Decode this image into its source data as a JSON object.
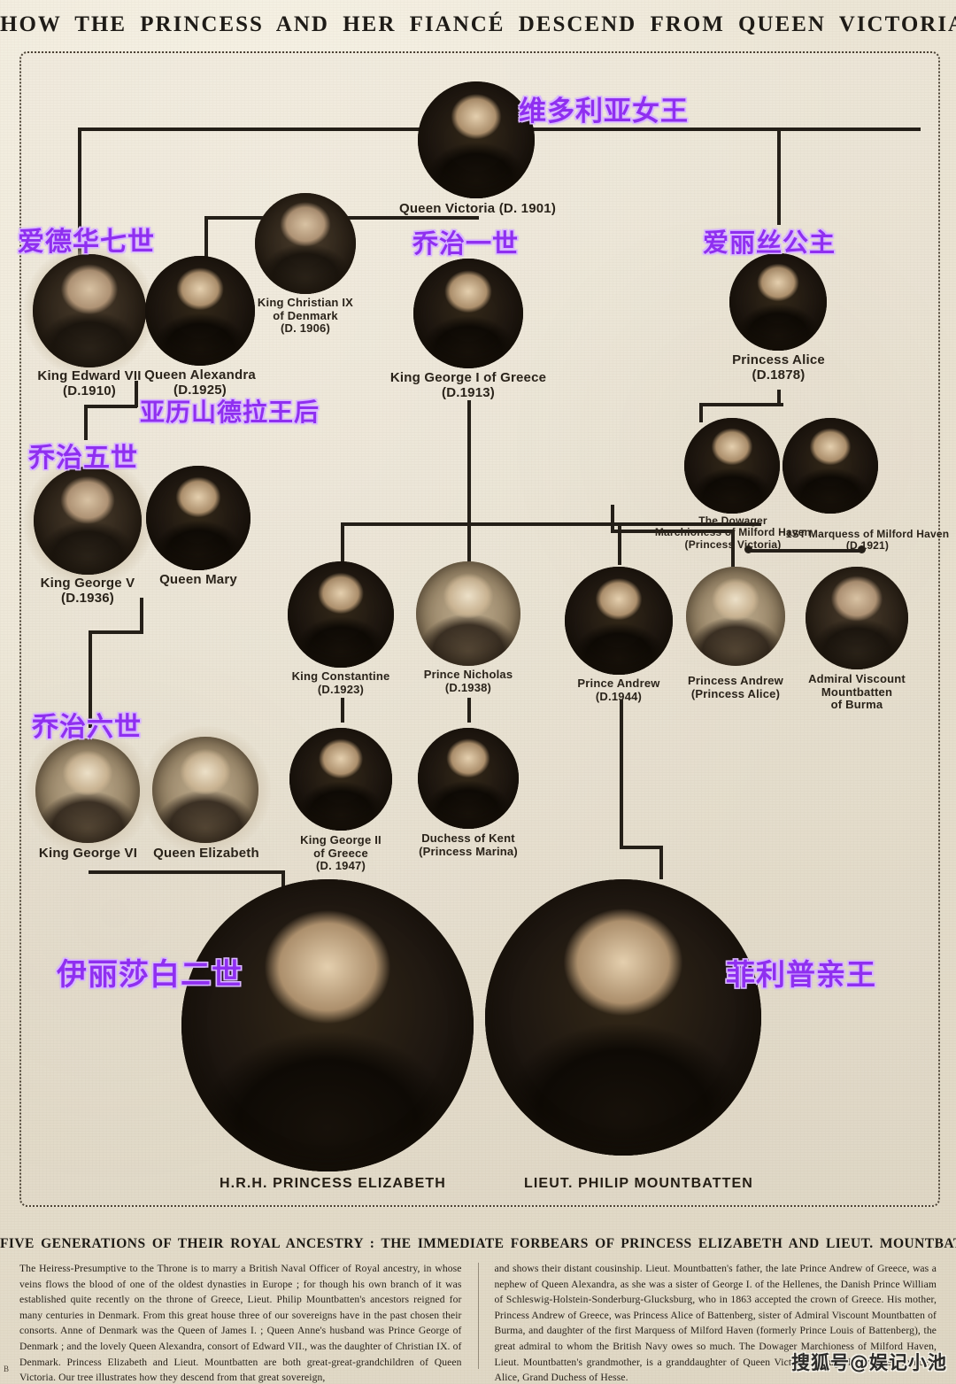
{
  "headline": "HOW THE PRINCESS AND HER FIANCÉ DESCEND FROM QUEEN VICTORIA.",
  "subhead": "FIVE GENERATIONS OF THEIR ROYAL ANCESTRY : THE IMMEDIATE FORBEARS OF PRINCESS ELIZABETH AND LIEUT. MOUNTBATTEN.",
  "watermark": "搜狐号@娱记小池",
  "page_mark": "B",
  "accent_color": "#8f2ff0",
  "chart_data": {
    "type": "diagram",
    "title": "HOW THE PRINCESS AND HER FIANCÉ DESCEND FROM QUEEN VICTORIA.",
    "subtitle": "FIVE GENERATIONS OF THEIR ROYAL ANCESTRY : THE IMMEDIATE FORBEARS OF PRINCESS ELIZABETH AND LIEUT. MOUNTBATTEN.",
    "generations": 5,
    "nodes": [
      {
        "id": "victoria",
        "caption": "Queen Victoria (D. 1901)",
        "name": "Queen Victoria",
        "death": "1901",
        "generation": 1,
        "zh": "维多利亚女王"
      },
      {
        "id": "edward7",
        "caption": "King Edward VII\n(D.1910)",
        "name": "King Edward VII",
        "death": "1910",
        "generation": 2,
        "zh": "爱德华七世"
      },
      {
        "id": "alexandra",
        "caption": "Queen Alexandra\n(D.1925)",
        "name": "Queen Alexandra",
        "death": "1925",
        "generation": 2,
        "zh": "亚历山德拉王后"
      },
      {
        "id": "christian9",
        "caption": "King Christian IX\nof Denmark\n(D. 1906)",
        "name": "King Christian IX of Denmark",
        "death": "1906",
        "generation": 2,
        "zh": ""
      },
      {
        "id": "george1",
        "caption": "King George I of Greece\n(D.1913)",
        "name": "King George I of Greece",
        "death": "1913",
        "generation": 2,
        "zh": "乔治一世"
      },
      {
        "id": "alice",
        "caption": "Princess Alice\n(D.1878)",
        "name": "Princess Alice",
        "death": "1878",
        "generation": 2,
        "zh": "爱丽丝公主"
      },
      {
        "id": "dowager",
        "caption": "The Dowager\nMarchioness of Milford Haven\n(Princess Victoria)",
        "name": "The Dowager Marchioness of Milford Haven (Princess Victoria)",
        "death": "",
        "generation": 3,
        "zh": ""
      },
      {
        "id": "marquess1",
        "caption": "1ST Marquess of Milford Haven\n(D.1921)",
        "name": "1st Marquess of Milford Haven",
        "death": "1921",
        "generation": 3,
        "zh": ""
      },
      {
        "id": "george5",
        "caption": "King George V\n(D.1936)",
        "name": "King George V",
        "death": "1936",
        "generation": 3,
        "zh": "乔治五世"
      },
      {
        "id": "mary",
        "caption": "Queen Mary",
        "name": "Queen Mary",
        "death": "",
        "generation": 3,
        "zh": ""
      },
      {
        "id": "constantine",
        "caption": "King Constantine\n(D.1923)",
        "name": "King Constantine",
        "death": "1923",
        "generation": 3,
        "zh": ""
      },
      {
        "id": "nicholas",
        "caption": "Prince Nicholas\n(D.1938)",
        "name": "Prince Nicholas",
        "death": "1938",
        "generation": 3,
        "zh": ""
      },
      {
        "id": "andrew",
        "caption": "Prince Andrew\n(D.1944)",
        "name": "Prince Andrew",
        "death": "1944",
        "generation": 4,
        "zh": ""
      },
      {
        "id": "princandrew",
        "caption": "Princess Andrew\n(Princess Alice)",
        "name": "Princess Andrew (Princess Alice)",
        "death": "",
        "generation": 4,
        "zh": ""
      },
      {
        "id": "mountbatten_burma",
        "caption": "Admiral Viscount\nMountbatten\nof Burma",
        "name": "Admiral Viscount Mountbatten of Burma",
        "death": "",
        "generation": 4,
        "zh": ""
      },
      {
        "id": "george6",
        "caption": "King George VI",
        "name": "King George VI",
        "death": "",
        "generation": 4,
        "zh": "乔治六世"
      },
      {
        "id": "elizabeth_q",
        "caption": "Queen Elizabeth",
        "name": "Queen Elizabeth",
        "death": "",
        "generation": 4,
        "zh": ""
      },
      {
        "id": "george2",
        "caption": "King George II\nof Greece\n(D. 1947)",
        "name": "King George II of Greece",
        "death": "1947",
        "generation": 4,
        "zh": ""
      },
      {
        "id": "kent",
        "caption": "Duchess of Kent\n(Princess Marina)",
        "name": "Duchess of Kent (Princess Marina)",
        "death": "",
        "generation": 4,
        "zh": ""
      },
      {
        "id": "princess_e",
        "caption": "H.R.H. PRINCESS ELIZABETH",
        "name": "H.R.H. Princess Elizabeth",
        "death": "",
        "generation": 5,
        "zh": "伊丽莎白二世"
      },
      {
        "id": "philip",
        "caption": "LIEUT. PHILIP MOUNTBATTEN",
        "name": "Lieut. Philip Mountbatten",
        "death": "",
        "generation": 5,
        "zh": "菲利普亲王"
      }
    ]
  },
  "nodes": {
    "victoria": {
      "caption": "Queen Victoria (D. 1901)"
    },
    "edward7": {
      "caption": "King Edward VII\n(D.1910)"
    },
    "alexandra": {
      "caption": "Queen Alexandra\n(D.1925)"
    },
    "christian9": {
      "caption": "King Christian IX\nof Denmark\n(D. 1906)"
    },
    "george1": {
      "caption": "King George I of Greece\n(D.1913)"
    },
    "alice": {
      "caption": "Princess Alice\n(D.1878)"
    },
    "dowager": {
      "caption": "The Dowager\nMarchioness of Milford Haven\n(Princess Victoria)"
    },
    "marquess1": {
      "caption": "1ST Marquess of Milford Haven\n(D.1921)"
    },
    "george5": {
      "caption": "King George V\n(D.1936)"
    },
    "mary": {
      "caption": "Queen Mary"
    },
    "constantine": {
      "caption": "King Constantine\n(D.1923)"
    },
    "nicholas": {
      "caption": "Prince Nicholas\n(D.1938)"
    },
    "andrew": {
      "caption": "Prince Andrew\n(D.1944)"
    },
    "princandrew": {
      "caption": "Princess Andrew\n(Princess Alice)"
    },
    "mountbatten_burma": {
      "caption": "Admiral Viscount\nMountbatten\nof Burma"
    },
    "george6": {
      "caption": "King George VI"
    },
    "elizabeth_q": {
      "caption": "Queen Elizabeth"
    },
    "george2": {
      "caption": "King George II\nof Greece\n(D. 1947)"
    },
    "kent": {
      "caption": "Duchess of Kent\n(Princess Marina)"
    },
    "princess_e": {
      "caption": "H.R.H. PRINCESS ELIZABETH"
    },
    "philip": {
      "caption": "LIEUT. PHILIP MOUNTBATTEN"
    }
  },
  "zh_labels": {
    "victoria": "维多利亚女王",
    "edward7": "爱德华七世",
    "george1": "乔治一世",
    "alice": "爱丽丝公主",
    "alexandra": "亚历山德拉王后",
    "george5": "乔治五世",
    "george6": "乔治六世",
    "princess_e": "伊丽莎白二世",
    "philip": "菲利普亲王"
  },
  "body": {
    "left": "The Heiress-Presumptive to the Throne is to marry a British Naval Officer of Royal ancestry, in whose veins flows the blood of one of the oldest dynasties in Europe ; for though his own branch of it was established quite recently on the throne of Greece, Lieut. Philip Mountbatten's ancestors reigned for many centuries in Denmark.  From this great house three of our sovereigns have in the past chosen their consorts.  Anne of Denmark was the Queen of James I. ; Queen Anne's husband was Prince George of Denmark ; and the lovely Queen Alexandra, consort of Edward VII., was the daughter of Christian IX. of Denmark.  Princess Elizabeth and Lieut. Mountbatten are both great-great-grandchildren of Queen Victoria.   Our tree illustrates how they descend from that great sovereign,",
    "right": "and shows their distant cousinship.   Lieut. Mountbatten's father, the late Prince Andrew of Greece, was a nephew of Queen Alexandra, as she was a sister of George I. of the Hellenes, the Danish Prince William of Schleswig-Holstein-Sonderburg-Glucksburg, who in 1863 accepted the crown of Greece.   His mother, Princess Andrew of Greece, was Princess Alice of Battenberg, sister of Admiral Viscount Mountbatten of Burma, and daughter of the first Marquess of Milford Haven (formerly Prince Louis of Battenberg), the great admiral to whom the British Navy owes so much.  The Dowager Marchioness of Milford Haven, Lieut. Mountbatten's grandmother, is a granddaughter of Queen Victoria through her mother, Princess Alice, Grand Duchess of Hesse."
  }
}
